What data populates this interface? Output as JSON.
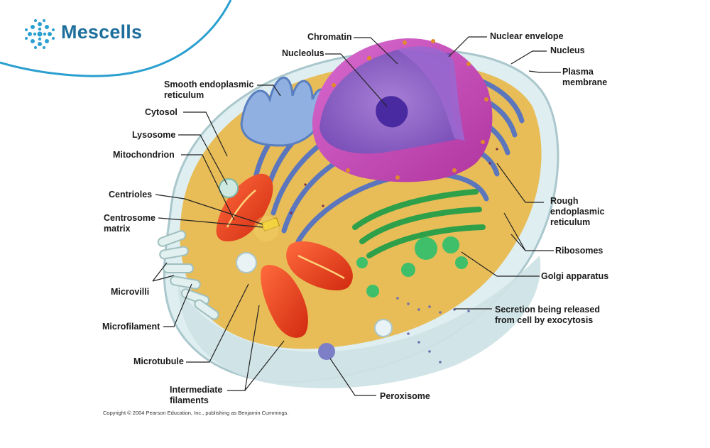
{
  "brand": {
    "name": "Mescells",
    "logo_icon": "cell-dots-logo-icon",
    "accent": "#2a9fd0",
    "text_color": "#1f6f9c"
  },
  "labels": {
    "chromatin": "Chromatin",
    "nuclear_envelope": "Nuclear envelope",
    "nucleolus": "Nucleolus",
    "nucleus": "Nucleus",
    "plasma_membrane": [
      "Plasma",
      "membrane"
    ],
    "smooth_er": [
      "Smooth endoplasmic",
      "reticulum"
    ],
    "cytosol": "Cytosol",
    "lysosome": "Lysosome",
    "mitochondrion": "Mitochondrion",
    "centrioles": "Centrioles",
    "centrosome_matrix": [
      "Centrosome",
      "matrix"
    ],
    "rough_er": [
      "Rough",
      "endoplasmic",
      "reticulum"
    ],
    "ribosomes": "Ribosomes",
    "golgi": "Golgi apparatus",
    "microvilli": "Microvilli",
    "secretion": [
      "Secretion being released",
      "from cell by exocytosis"
    ],
    "microfilament": "Microfilament",
    "microtubule": "Microtubule",
    "intermediate_filaments": [
      "Intermediate",
      "filaments"
    ],
    "peroxisome": "Peroxisome"
  },
  "copyright": "Copyright © 2004 Pearson Education, Inc., publishing as Benjamin Cummings."
}
